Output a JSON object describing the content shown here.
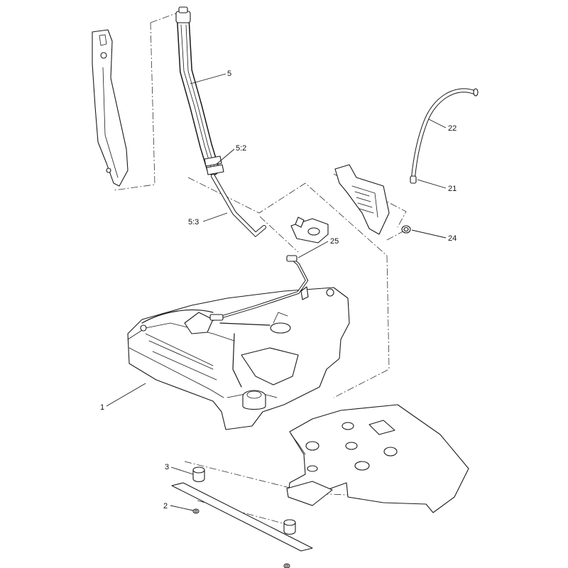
{
  "callouts": [
    {
      "id": "1",
      "label": "1"
    },
    {
      "id": "2",
      "label": "2"
    },
    {
      "id": "3",
      "label": "3"
    },
    {
      "id": "5",
      "label": "5"
    },
    {
      "id": "5-2",
      "label": "5:2"
    },
    {
      "id": "5-3",
      "label": "5:3"
    },
    {
      "id": "21",
      "label": "21"
    },
    {
      "id": "22",
      "label": "22"
    },
    {
      "id": "24",
      "label": "24"
    },
    {
      "id": "25",
      "label": "25"
    }
  ],
  "colors": {
    "line": "#1a1a1a",
    "background": "#ffffff"
  }
}
